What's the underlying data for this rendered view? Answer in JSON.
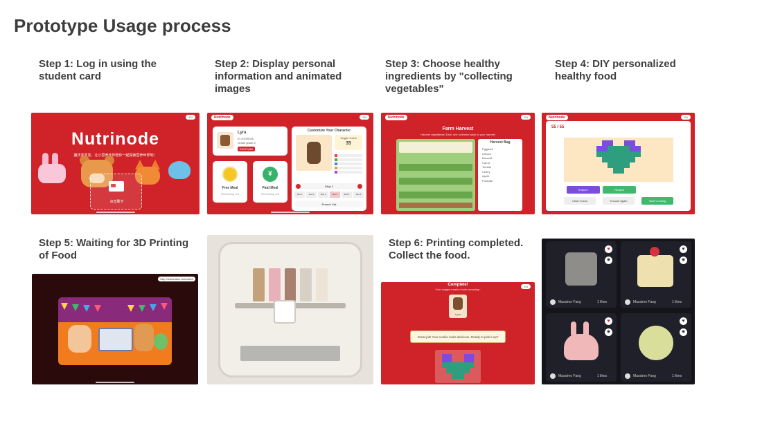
{
  "page": {
    "title": "Prototype Usage process"
  },
  "steps": [
    {
      "label_l1": "Step 1: Log in using the",
      "label_l2": "student card"
    },
    {
      "label_l1": "Step 2: Display personal",
      "label_l2": "information and animated",
      "label_l3": "images"
    },
    {
      "label_l1": "Step 3: Choose healthy",
      "label_l2": "ingredients by \"collecting",
      "label_l3": "vegetables\""
    },
    {
      "label_l1": "Step 4: DIY personalized",
      "label_l2": "healthy food"
    },
    {
      "label_l1": "Step 5: Waiting for 3D Printing",
      "label_l2": "of Food"
    },
    {
      "label_l1": "Step 6: Printing completed.",
      "label_l2": "Collect the food."
    }
  ],
  "screen1": {
    "brand": "Nutrinode",
    "subtitle": "魔法变变变，让小营养伙伴陪你一起探索营养世界吧！",
    "card_caption": "点击刷卡",
    "corner_btn": "EN"
  },
  "screen2": {
    "brand": "Nutrinode",
    "user_name": "Lyra",
    "id_label": "ID",
    "id_value": "20240045",
    "grade_label": "Grade",
    "grade_value": "grade 2",
    "edit_button": "Edit Profile",
    "free_meal": "Free Meal",
    "free_meal_note": "Remaining 2/5",
    "paid_meal": "Paid Meal",
    "paid_meal_note": "Remaining 4/5",
    "customize_title": "Customize Your Character",
    "veggie_label": "Veggie Coins",
    "veggie_value": "35",
    "step_label": "Step 1",
    "slots": [
      "Slot 1",
      "Slot 2",
      "Slot 3",
      "Slot 4",
      "Slot 5",
      "Slot 6"
    ],
    "food_label": "French Cat",
    "yen_symbol": "¥"
  },
  "screen3": {
    "brand": "Nutrinode",
    "title": "Farm Harvest",
    "subtitle": "Harvest vegetables! Each one collected adds to your harvest",
    "bag_title": "Harvest Bag",
    "bag_items": [
      "Eggplant",
      "Lettuce",
      "Broccoli",
      "Carrot",
      "Tomato",
      "Celery",
      "Apple",
      "Pumpkin"
    ]
  },
  "screen4": {
    "brand": "Nutrinode",
    "counter": "55 / 55",
    "btn_explore": "Explore",
    "btn_reward": "Reward",
    "btn_clear": "Clear Colors",
    "btn_again": "Choose Again",
    "btn_start": "Start Cooking"
  },
  "screen5": {
    "tag": "Skip Celebration Animation"
  },
  "screen6": {
    "title": "Complete!",
    "subtitle": "Your veggie creation looks amazing~",
    "name_tag": "Lyra",
    "message": "Great job! Your cookie looks delicious. Ready to pick it up?"
  },
  "gallery": {
    "items": [
      {
        "user": "Massimo Fang",
        "likes": "1 likes"
      },
      {
        "user": "Massimo Fang",
        "likes": "1 likes"
      },
      {
        "user": "Massimo Fang",
        "likes": "1 likes"
      },
      {
        "user": "Massimo Fang",
        "likes": "1 likes"
      }
    ]
  },
  "colors": {
    "brand_red": "#cf2329",
    "dark_bg": "#14141a",
    "green": "#3fb96b",
    "purple": "#7a4ce0"
  }
}
